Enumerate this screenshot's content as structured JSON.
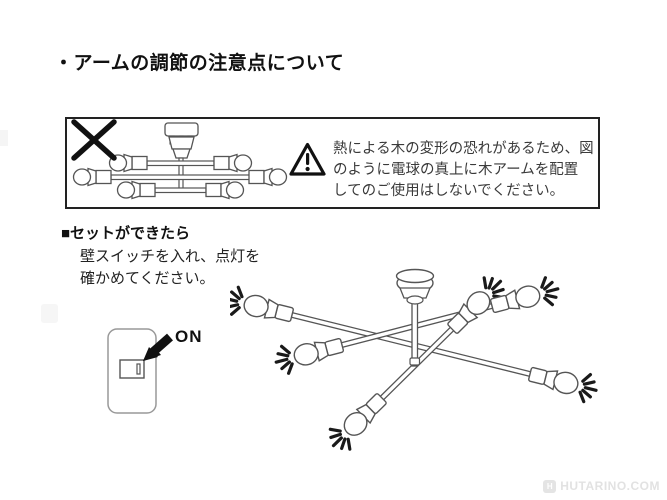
{
  "page": {
    "title": "・アームの調節の注意点について"
  },
  "caution_box": {
    "warning_lines": [
      "熱による木の変形の恐れがあるため、図",
      "のように電球の真上に木アームを配置",
      "してのご使用はしないでください。"
    ]
  },
  "setup_section": {
    "heading": "■セットができたら",
    "instruction_lines": [
      "壁スイッチを入れ、点灯を",
      "確かめてください。"
    ],
    "switch_label": "ON"
  },
  "watermark": {
    "text": "HUTARINO.COM",
    "logo_text": "H"
  },
  "colors": {
    "line_gray": "#555555",
    "ink_black": "#111111",
    "warning_text": "#3a3a3a",
    "watermark_gray": "#e2e2e2"
  }
}
